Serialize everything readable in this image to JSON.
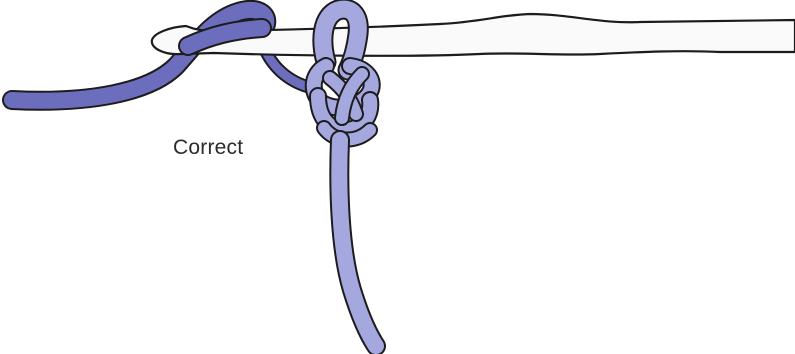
{
  "caption": "Correct",
  "colors": {
    "background": "#ffffff",
    "outline": "#1c1c1c",
    "hook_fill": "#fafafa",
    "working_yarn": "#6c6dbd",
    "loop_yarn": "#a5a8df",
    "caption_text": "#2b2b2b"
  },
  "elements": {
    "hook": "crochet-hook",
    "working_yarn": "working-yarn",
    "loop": "slip-knot-loop",
    "tail": "yarn-tail"
  }
}
